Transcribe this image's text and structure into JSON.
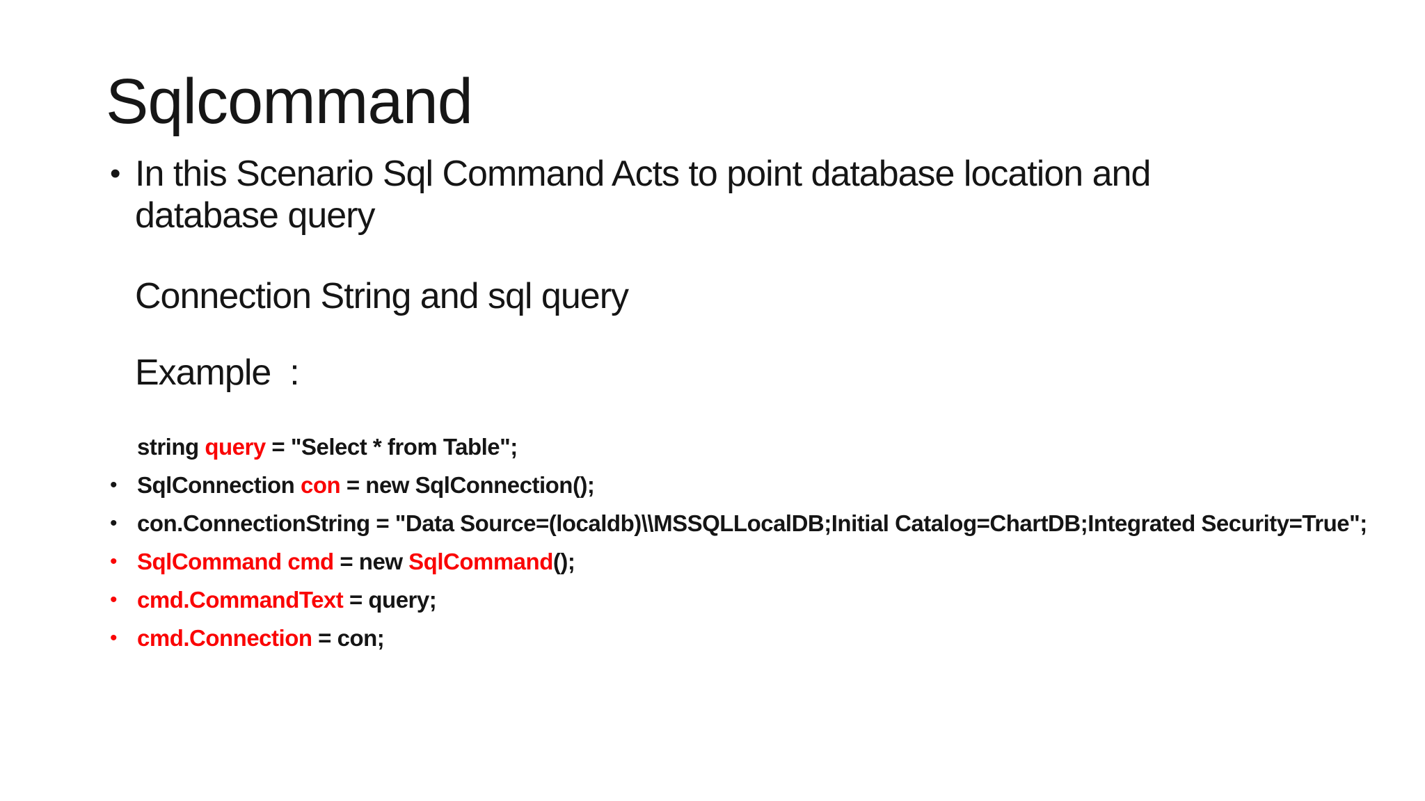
{
  "slide": {
    "title": "Sqlcommand",
    "bullet_char": "•",
    "bullet_paragraph": "In this Scenario Sql Command Acts to point database location and\ndatabase query",
    "subline1": "Connection String and sql query",
    "subline2": "Example  :",
    "colors": {
      "background": "#ffffff",
      "text_black": "#151515",
      "code_red": "#fa0505"
    },
    "code_lines": [
      {
        "bullet": "none",
        "segments": [
          {
            "text": "string ",
            "color": "black"
          },
          {
            "text": "query",
            "color": "red"
          },
          {
            "text": " = \"Select * from Table\";",
            "color": "black"
          }
        ]
      },
      {
        "bullet": "black",
        "segments": [
          {
            "text": "SqlConnection ",
            "color": "black"
          },
          {
            "text": "con",
            "color": "red"
          },
          {
            "text": " = new SqlConnection();",
            "color": "black"
          }
        ]
      },
      {
        "bullet": "black",
        "segments": [
          {
            "text": "con.ConnectionString = \"Data Source=(localdb)\\\\MSSQLLocalDB;Initial Catalog=ChartDB;Integrated Security=True\";",
            "color": "black"
          }
        ]
      },
      {
        "bullet": "red",
        "segments": [
          {
            "text": "SqlCommand cmd",
            "color": "red"
          },
          {
            "text": " = new ",
            "color": "black"
          },
          {
            "text": "SqlCommand",
            "color": "red"
          },
          {
            "text": "();",
            "color": "black"
          }
        ]
      },
      {
        "bullet": "red",
        "segments": [
          {
            "text": "cmd.CommandText",
            "color": "red"
          },
          {
            "text": " = query;",
            "color": "black"
          }
        ]
      },
      {
        "bullet": "red",
        "segments": [
          {
            "text": "cmd.Connection",
            "color": "red"
          },
          {
            "text": " = con;",
            "color": "black"
          }
        ]
      }
    ]
  }
}
